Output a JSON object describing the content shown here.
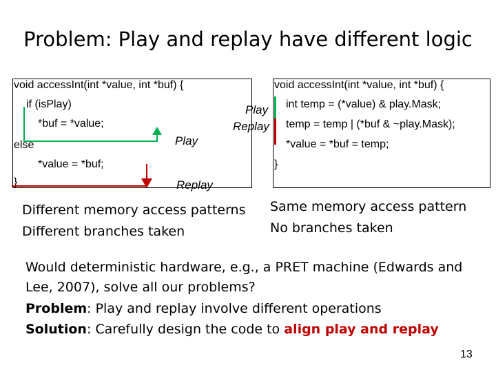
{
  "slide": {
    "title": "Problem: Play and replay have different logic",
    "page_number": "13"
  },
  "left_code": {
    "lines": [
      "void accessInt(int *value, int *buf) {",
      "if (isPlay)",
      "*buf = *value;",
      "else",
      "*value  = *buf;",
      "}"
    ],
    "play_label": "Play",
    "replay_label": "Replay",
    "notes": [
      "Different memory access patterns",
      "Different branches taken"
    ]
  },
  "right_code": {
    "lines": [
      "void accessInt(int *value, int *buf) {",
      "int temp = (*value) & play.Mask;",
      "temp = temp | (*buf & ~play.Mask);",
      "*value = *buf = temp;",
      "}"
    ],
    "play_label": "Play",
    "replay_label": "Replay",
    "notes": [
      "Same memory access pattern",
      "No branches taken"
    ]
  },
  "bottom": {
    "line1": "Would deterministic hardware, e.g., a PRET machine (Edwards and",
    "line2": "Lee, 2007), solve all our problems?",
    "problem_label": "Problem",
    "problem_text": ": Play and replay involve different operations",
    "solution_label": "Solution",
    "solution_text": ": Carefully design the code to ",
    "solution_highlight": "align play and replay"
  },
  "colors": {
    "play_arrow": "#00b050",
    "replay_arrow": "#c00000",
    "highlight": "#c00000"
  }
}
